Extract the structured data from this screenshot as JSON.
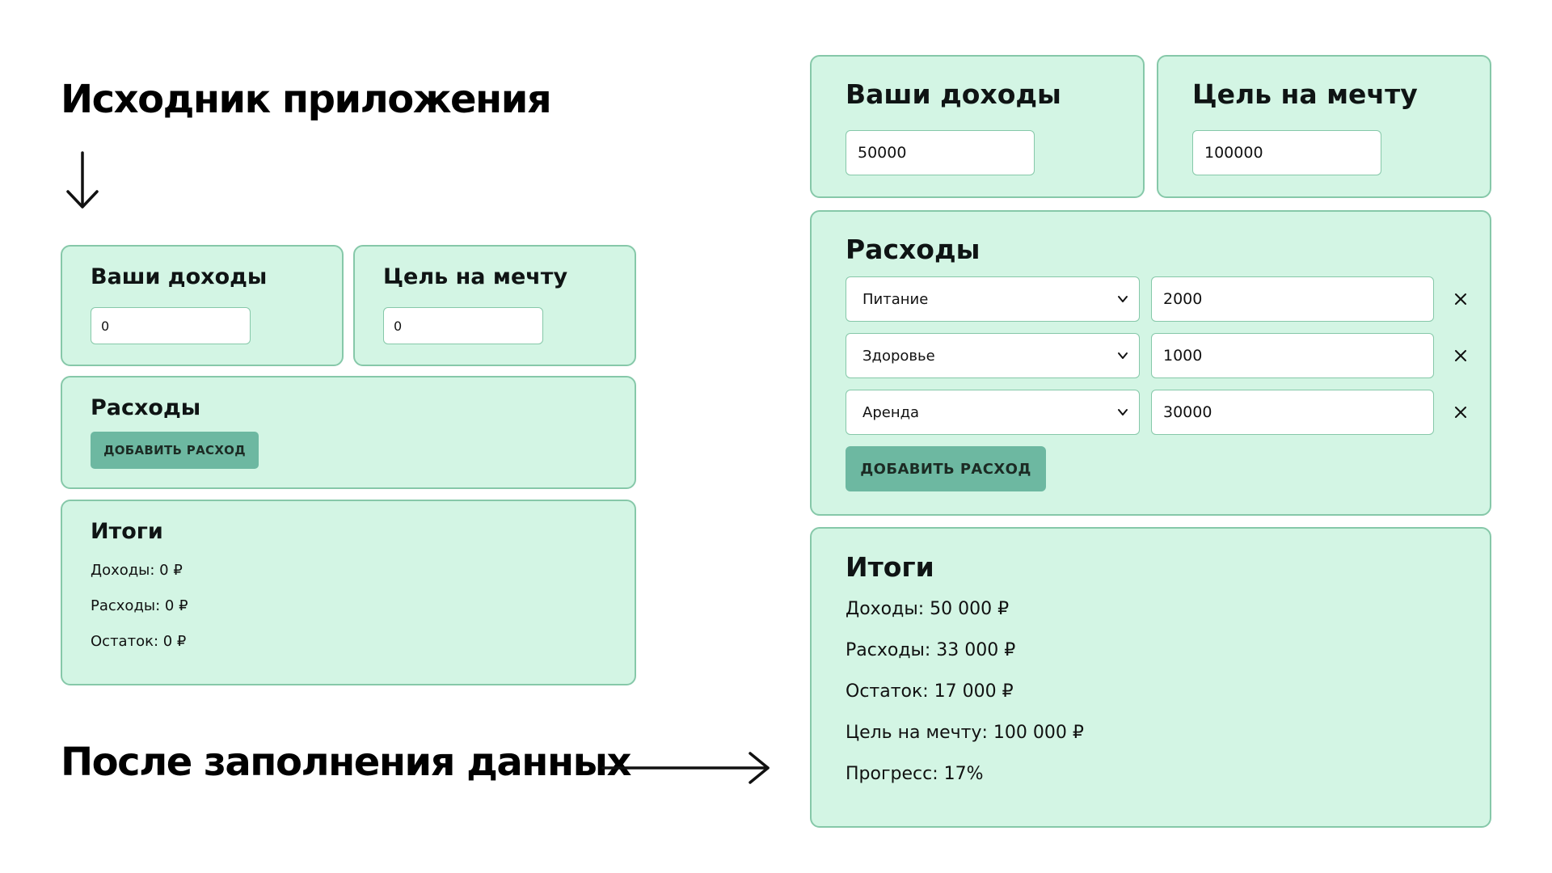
{
  "headings": {
    "source": "Исходник приложения",
    "after": "После заполнения данных"
  },
  "before": {
    "income": {
      "title": "Ваши доходы",
      "value": "0"
    },
    "goal": {
      "title": "Цель на мечту",
      "value": "0"
    },
    "expenses": {
      "title": "Расходы",
      "add_label": "ДОБАВИТЬ РАСХОД"
    },
    "totals": {
      "title": "Итоги",
      "lines": [
        "Доходы: 0 ₽",
        "Расходы: 0 ₽",
        "Остаток: 0 ₽"
      ]
    }
  },
  "after": {
    "income": {
      "title": "Ваши доходы",
      "value": "50000"
    },
    "goal": {
      "title": "Цель на мечту",
      "value": "100000"
    },
    "expenses": {
      "title": "Расходы",
      "rows": [
        {
          "category": "Питание",
          "amount": "2000"
        },
        {
          "category": "Здоровье",
          "amount": "1000"
        },
        {
          "category": "Аренда",
          "amount": "30000"
        }
      ],
      "add_label": "ДОБАВИТЬ РАСХОД"
    },
    "totals": {
      "title": "Итоги",
      "lines": [
        "Доходы: 50 000 ₽",
        "Расходы: 33 000 ₽",
        "Остаток: 17 000 ₽",
        "Цель на мечту: 100 000 ₽",
        "Прогресс: 17%"
      ]
    }
  },
  "icons": {
    "down_arrow": "arrow-down-icon",
    "right_arrow": "arrow-right-icon",
    "chevron": "chevron-down-icon",
    "remove": "close-icon"
  },
  "colors": {
    "card_bg": "#d3f5e4",
    "card_border": "#86c8a9",
    "button_bg": "#6db8a1",
    "button_text": "#1c2b24"
  }
}
